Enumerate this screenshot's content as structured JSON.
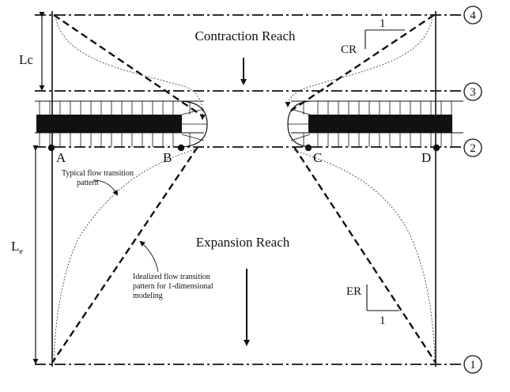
{
  "labels": {
    "contraction_reach": "Contraction Reach",
    "expansion_reach": "Expansion Reach",
    "lc": "Lc",
    "le_main": "L",
    "le_sub": "e",
    "cr": "CR",
    "er": "ER",
    "slope_one_top": "1",
    "slope_one_bottom": "1",
    "point_a": "A",
    "point_b": "B",
    "point_c": "C",
    "point_d": "D",
    "section_4": "4",
    "section_3": "3",
    "section_2": "2",
    "section_1": "1",
    "typical_line1": "Typical flow transition",
    "typical_line2": "pattern",
    "idealized_line1": "Idealized flow transition",
    "idealized_line2": "pattern for 1-dimensional",
    "idealized_line3": "modeling"
  }
}
